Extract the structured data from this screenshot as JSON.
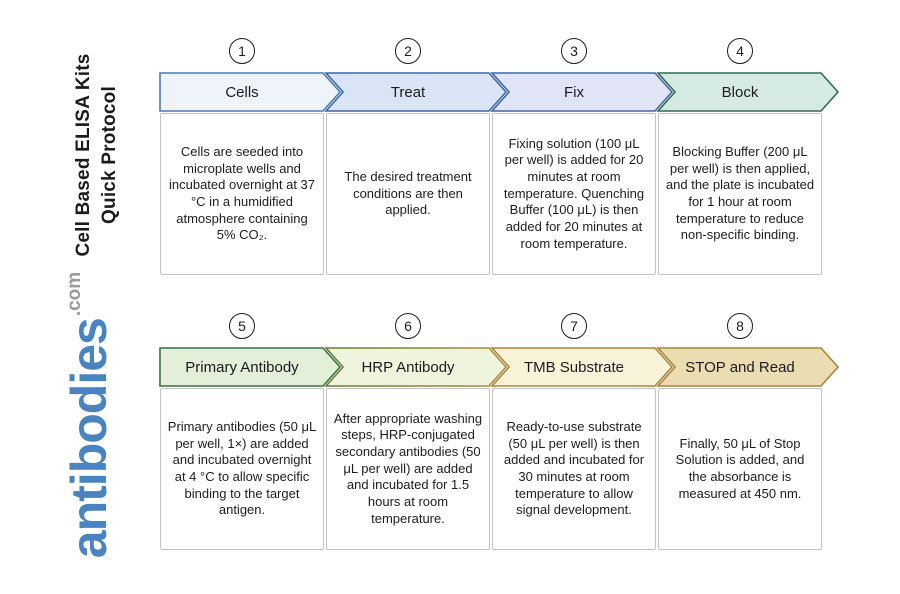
{
  "branding": {
    "title_line1": "Cell Based ELISA Kits",
    "title_line2": "Quick Protocol",
    "logo_text": "antibodies",
    "logo_suffix": ".com",
    "logo_color": "#4a84c0",
    "logo_suffix_color": "#9a9a9a"
  },
  "steps": [
    {
      "number": "1",
      "label": "Cells",
      "description": "Cells are seeded into microplate wells and incubated overnight at 37 °C in a humidified atmosphere containing 5% CO₂.",
      "fill": "#eff4fb",
      "stroke": "#4b79ae"
    },
    {
      "number": "2",
      "label": "Treat",
      "description": "The desired treatment conditions are then applied.",
      "fill": "#d9e5f7",
      "stroke": "#3a67a6"
    },
    {
      "number": "3",
      "label": "Fix",
      "description": "Fixing solution (100 μL per well) is added for 20 minutes at room temperature. Quenching Buffer (100 μL) is then added for 20 minutes at room temperature.",
      "fill": "#e0e4f6",
      "stroke": "#41659e"
    },
    {
      "number": "4",
      "label": "Block",
      "description": "Blocking Buffer (200 μL per well) is then applied, and the plate is incubated for 1 hour at room temperature to reduce non-specific binding.",
      "fill": "#d5ebe2",
      "stroke": "#2e6b51"
    },
    {
      "number": "5",
      "label": "Primary Antibody",
      "description": "Primary antibodies (50 μL per well, 1×) are added and incubated overnight at 4 °C to allow specific binding to the target antigen.",
      "fill": "#e2f0da",
      "stroke": "#3b7141"
    },
    {
      "number": "6",
      "label": "HRP Antibody",
      "description": "After appropriate washing steps, HRP-conjugated secondary antibodies (50 μL per well) are added and incubated for 1.5 hours at room temperature.",
      "fill": "#eff4dd",
      "stroke": "#647e37",
      "stroke_end": "#b08a3e"
    },
    {
      "number": "7",
      "label": "TMB Substrate",
      "description": "Ready-to-use substrate (50 μL per well) is then added and incubated for 30 minutes at room temperature to allow signal development.",
      "fill": "#f8f3d8",
      "stroke": "#a7843c"
    },
    {
      "number": "8",
      "label": "STOP and Read",
      "description": "Finally, 50 μL of Stop Solution is added, and the absorbance is measured at 450 nm.",
      "fill": "#ecdcb1",
      "stroke": "#a7843c"
    }
  ]
}
